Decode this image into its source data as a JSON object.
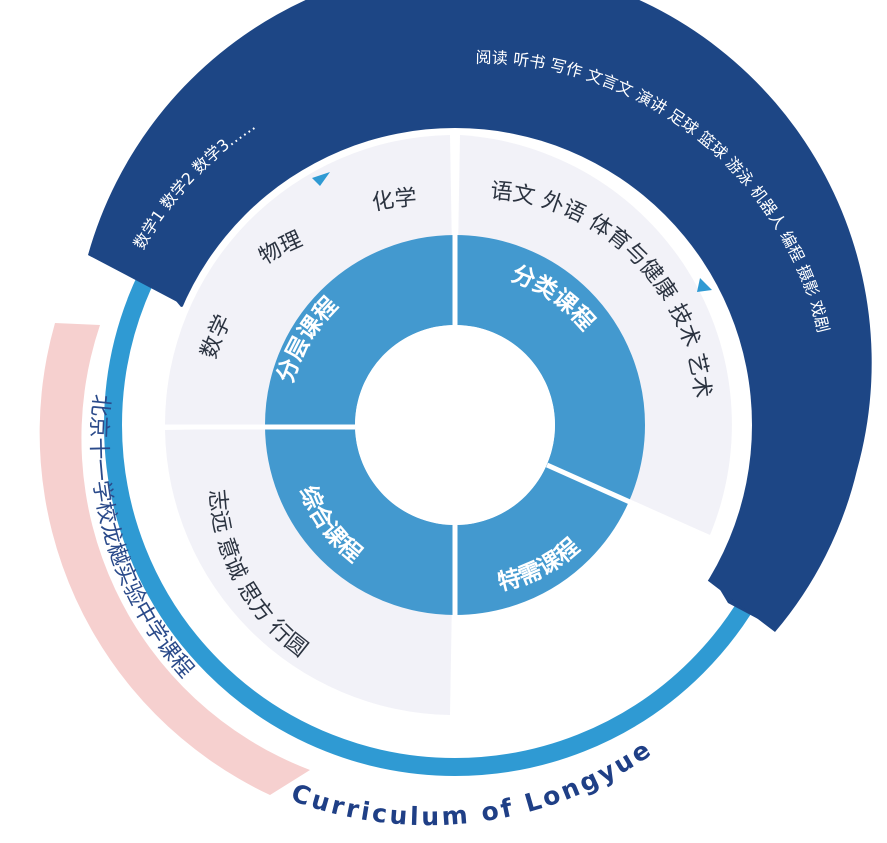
{
  "title": "北京十一学校龙樾实验中学课程",
  "subtitle": "Curriculum of Longyue",
  "colors": {
    "dark_band": "#1d4685",
    "ring_blue": "#2f9ad3",
    "core_blue": "#4399cf",
    "sector_fill": "#f2f2f8",
    "pink": "#f6d0cf",
    "english_text": "#1f3f86"
  },
  "outer_band": {
    "left_text": "数学1 数学2 数学3……",
    "right_text": "阅读 听书 写作 文言文 演讲 足球 篮球 游泳 机器人 编程 摄影 戏剧"
  },
  "quadrants": {
    "top_left": {
      "core_label": "分层课程",
      "items_line1": "化学",
      "items_line2": "物理",
      "items_line3": "数学"
    },
    "top_right": {
      "core_label": "分类课程",
      "items": "语文 外语 体育与健康 技术 艺术"
    },
    "bottom_left": {
      "core_label": "综合课程",
      "items_line1": "志远 意诚 思方 行圆"
    },
    "bottom_right": {
      "core_label": "特需课程"
    }
  }
}
